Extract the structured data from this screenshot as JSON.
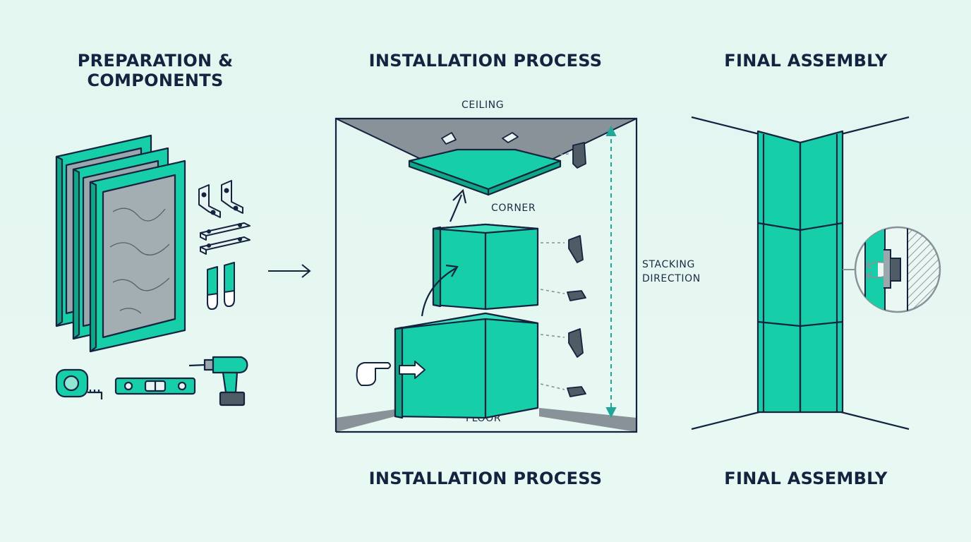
{
  "columns": {
    "preparation": {
      "title_line1": "PREPARATION &",
      "title_line2": "COMPONENTS"
    },
    "installation": {
      "title_top": "INSTALLATION PROCESS",
      "title_bottom": "INSTALLATION PROCESS"
    },
    "final": {
      "title_top": "FINAL ASSEMBLY",
      "title_bottom": "FINAL ASSEMBLY"
    }
  },
  "labels": {
    "ceiling": "CEILING",
    "corner": "CORNER",
    "stacking_line1": "STACKING",
    "stacking_line2": "DIRECTION",
    "floor": "FLOOR"
  },
  "icons": {
    "frames": "stacked-glass-frame-icon",
    "brackets": "l-bracket-icon",
    "plates": "mounting-plate-icon",
    "clips": "clip-icon",
    "tape": "tape-measure-icon",
    "level": "spirit-level-icon",
    "drill": "power-drill-icon",
    "pointer": "pointing-hand-icon",
    "detail": "joint-detail-magnifier-icon"
  },
  "colors": {
    "background": "#e6f7f2",
    "panel": "#16cfa9",
    "outline": "#14233f",
    "accent_line": "#1fa89a",
    "wall_shadow": "#8a9299"
  }
}
